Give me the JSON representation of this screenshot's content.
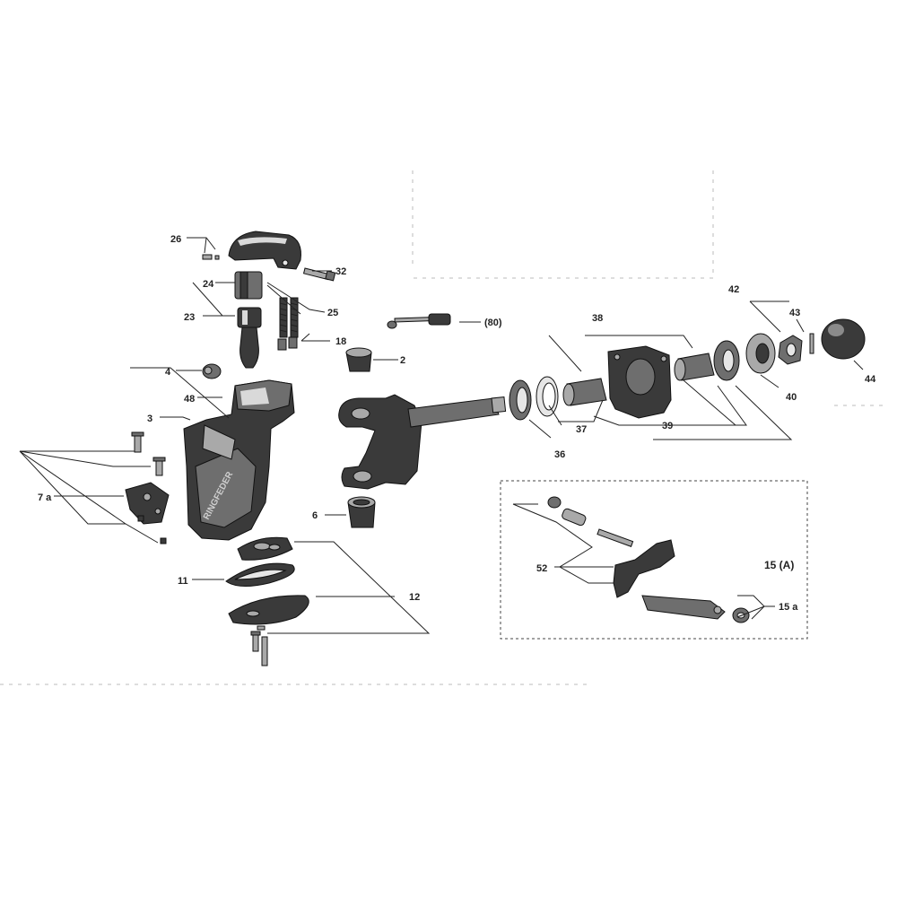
{
  "diagram": {
    "brand_text": "RINGFEDER",
    "labels": {
      "l26": "26",
      "l32": "32",
      "l24": "24",
      "l25": "25",
      "l23": "23",
      "l18": "18",
      "l80": "(80)",
      "l2": "2",
      "l4": "4",
      "l48": "48",
      "l3": "3",
      "l7a": "7 a",
      "l6": "6",
      "l11": "11",
      "l12": "12",
      "l36": "36",
      "l37": "37",
      "l38": "38",
      "l39": "39",
      "l40": "40",
      "l42": "42",
      "l43": "43",
      "l44": "44",
      "l52": "52",
      "l15A": "15 (A)",
      "l15a": "15 a"
    }
  }
}
